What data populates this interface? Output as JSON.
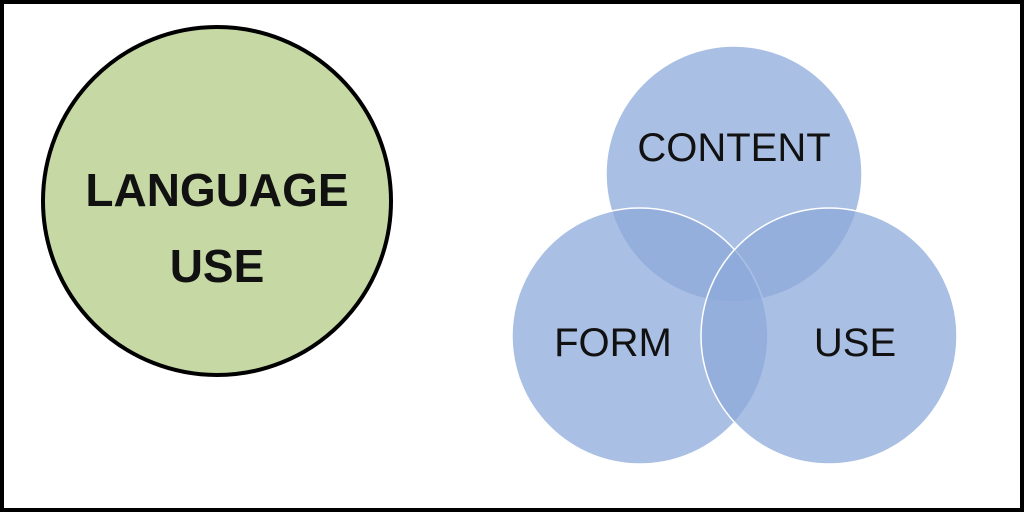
{
  "left_circle": {
    "line1": "LANGUAGE",
    "line2": "USE",
    "fill": "#c6d9a4",
    "stroke": "#000000"
  },
  "venn": {
    "circles": [
      {
        "label": "CONTENT"
      },
      {
        "label": "FORM"
      },
      {
        "label": "USE"
      }
    ],
    "fill": "#8eaadb",
    "fill_opacity": 0.75,
    "stroke": "#ffffff"
  }
}
